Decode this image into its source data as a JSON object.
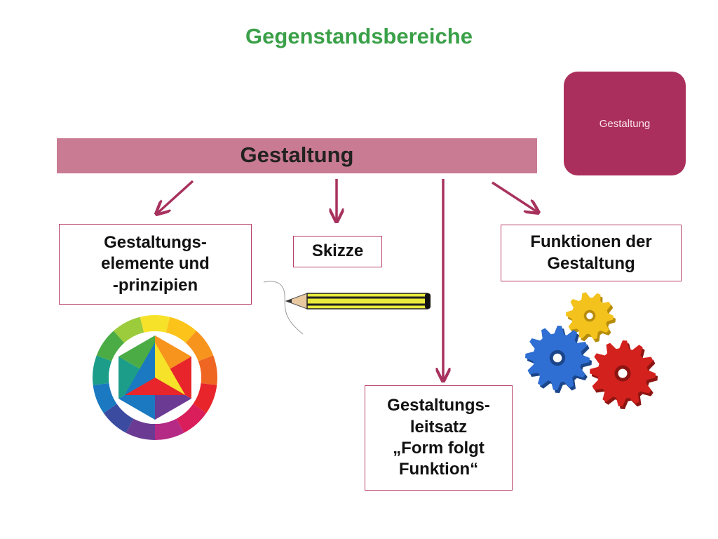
{
  "title": "Gegenstandsbereiche",
  "corner_tag": "Gestaltung",
  "main_bar": {
    "label": "Gestaltung",
    "color": "#c97b93"
  },
  "branches": [
    {
      "id": "elements",
      "label": "Gestaltungs-\nelemente und\n-prinzipien"
    },
    {
      "id": "sketch",
      "label": "Skizze"
    },
    {
      "id": "functions",
      "label": "Funktionen der\nGestaltung"
    },
    {
      "id": "guideline",
      "label": "Gestaltungs-\nleitsatz\n„Form folgt\nFunktion“"
    }
  ],
  "colors": {
    "title": "#3aa048",
    "corner_tag": "#ab2f5c",
    "arrow": "#a8325e",
    "box_border": "#b8416a"
  },
  "illustrations": [
    "color-wheel-icon",
    "pencil-icon",
    "gears-icon"
  ]
}
